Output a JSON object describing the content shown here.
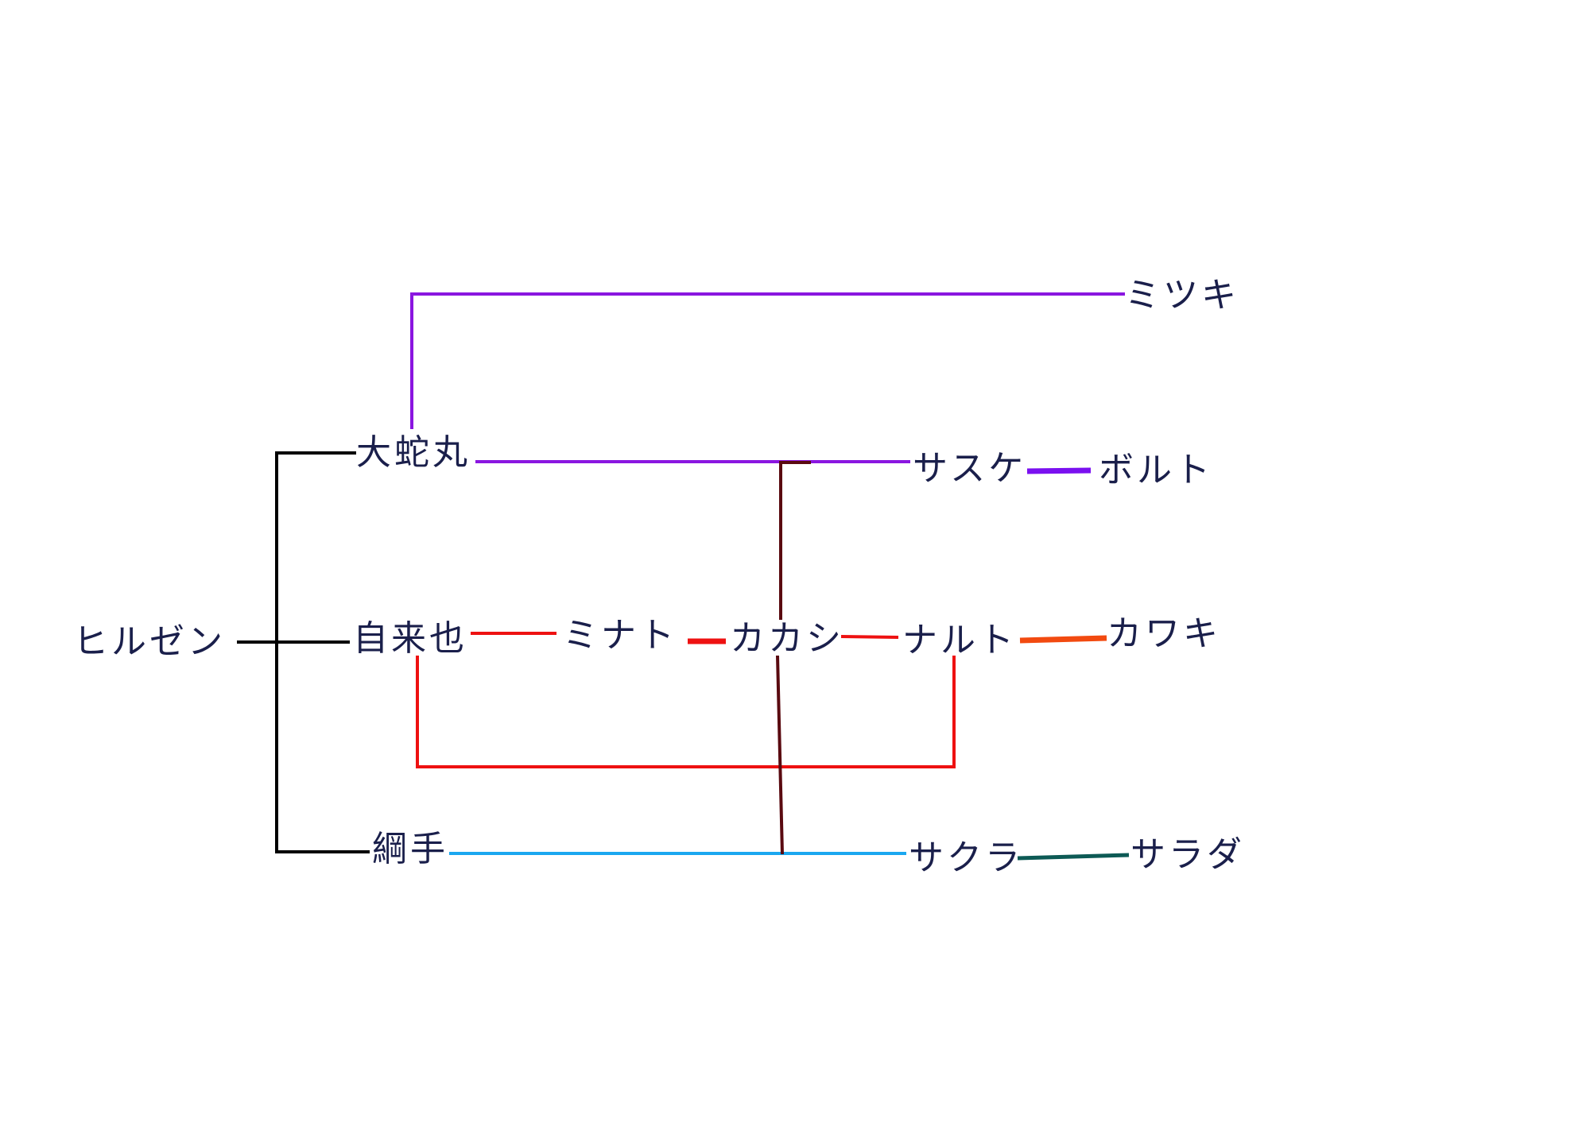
{
  "diagram": {
    "nodes": {
      "hiruzen": "ヒルゼン",
      "orochimaru": "大蛇丸",
      "jiraiya": "自来也",
      "tsunade": "綱手",
      "minato": "ミナト",
      "kakashi": "カカシ",
      "naruto": "ナルト",
      "sasuke": "サスケ",
      "sakura": "サクラ",
      "mitsuki": "ミツキ",
      "boruto": "ボルト",
      "kawaki": "カワキ",
      "sarada": "サラダ"
    },
    "colors": {
      "text": "#1a1f4b",
      "hiruzen_branch": "#000000",
      "orochimaru_line": "#8a16e0",
      "jiraiya_line": "#ee1111",
      "tsunade_line": "#1aa7f0",
      "kakashi_line": "#5a0a10",
      "sasuke_boruto": "#7a10f0",
      "naruto_kawaki": "#f24a10",
      "sakura_sarada": "#0d5a55"
    }
  }
}
